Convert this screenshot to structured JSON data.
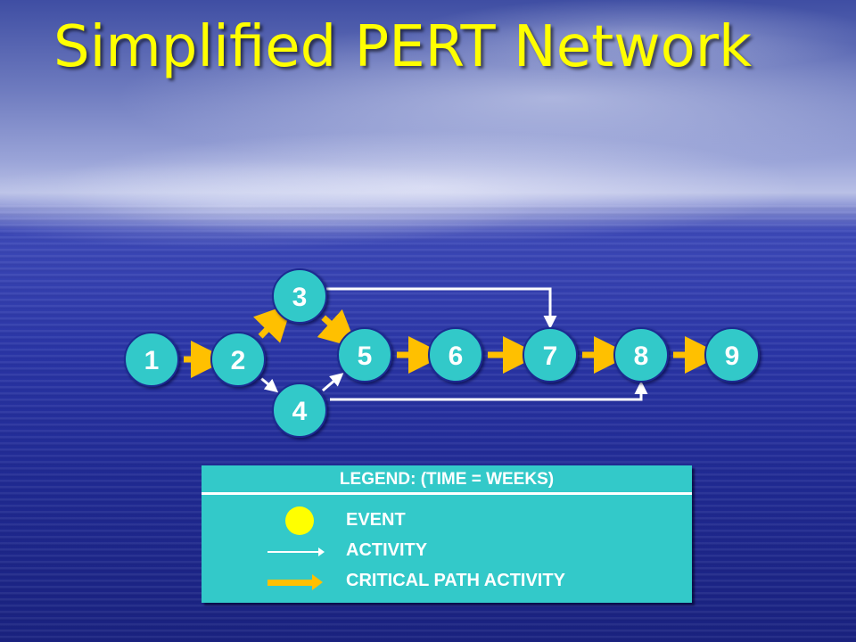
{
  "title": "Simplified PERT Network",
  "nodes": [
    {
      "id": "1",
      "label": "1"
    },
    {
      "id": "2",
      "label": "2"
    },
    {
      "id": "3",
      "label": "3"
    },
    {
      "id": "4",
      "label": "4"
    },
    {
      "id": "5",
      "label": "5"
    },
    {
      "id": "6",
      "label": "6"
    },
    {
      "id": "7",
      "label": "7"
    },
    {
      "id": "8",
      "label": "8"
    },
    {
      "id": "9",
      "label": "9"
    }
  ],
  "edges": [
    {
      "from": "1",
      "to": "2",
      "critical": true
    },
    {
      "from": "2",
      "to": "3",
      "critical": true
    },
    {
      "from": "3",
      "to": "5",
      "critical": true
    },
    {
      "from": "5",
      "to": "6",
      "critical": true
    },
    {
      "from": "6",
      "to": "7",
      "critical": true
    },
    {
      "from": "7",
      "to": "8",
      "critical": true
    },
    {
      "from": "8",
      "to": "9",
      "critical": true
    },
    {
      "from": "2",
      "to": "4",
      "critical": false
    },
    {
      "from": "4",
      "to": "5",
      "critical": false
    },
    {
      "from": "3",
      "to": "7",
      "critical": false
    },
    {
      "from": "4",
      "to": "8",
      "critical": false
    }
  ],
  "legend": {
    "header": "LEGEND: (TIME = WEEKS)",
    "event_label": "EVENT",
    "activity_label": "ACTIVITY",
    "critical_label": "CRITICAL PATH ACTIVITY"
  },
  "colors": {
    "title": "#ffff00",
    "node_fill": "#33c9c9",
    "node_stroke": "#1a2a90",
    "critical": "#ffc000",
    "activity": "#ffffff",
    "legend_bg": "#33c9c9",
    "event_icon": "#ffff00"
  }
}
